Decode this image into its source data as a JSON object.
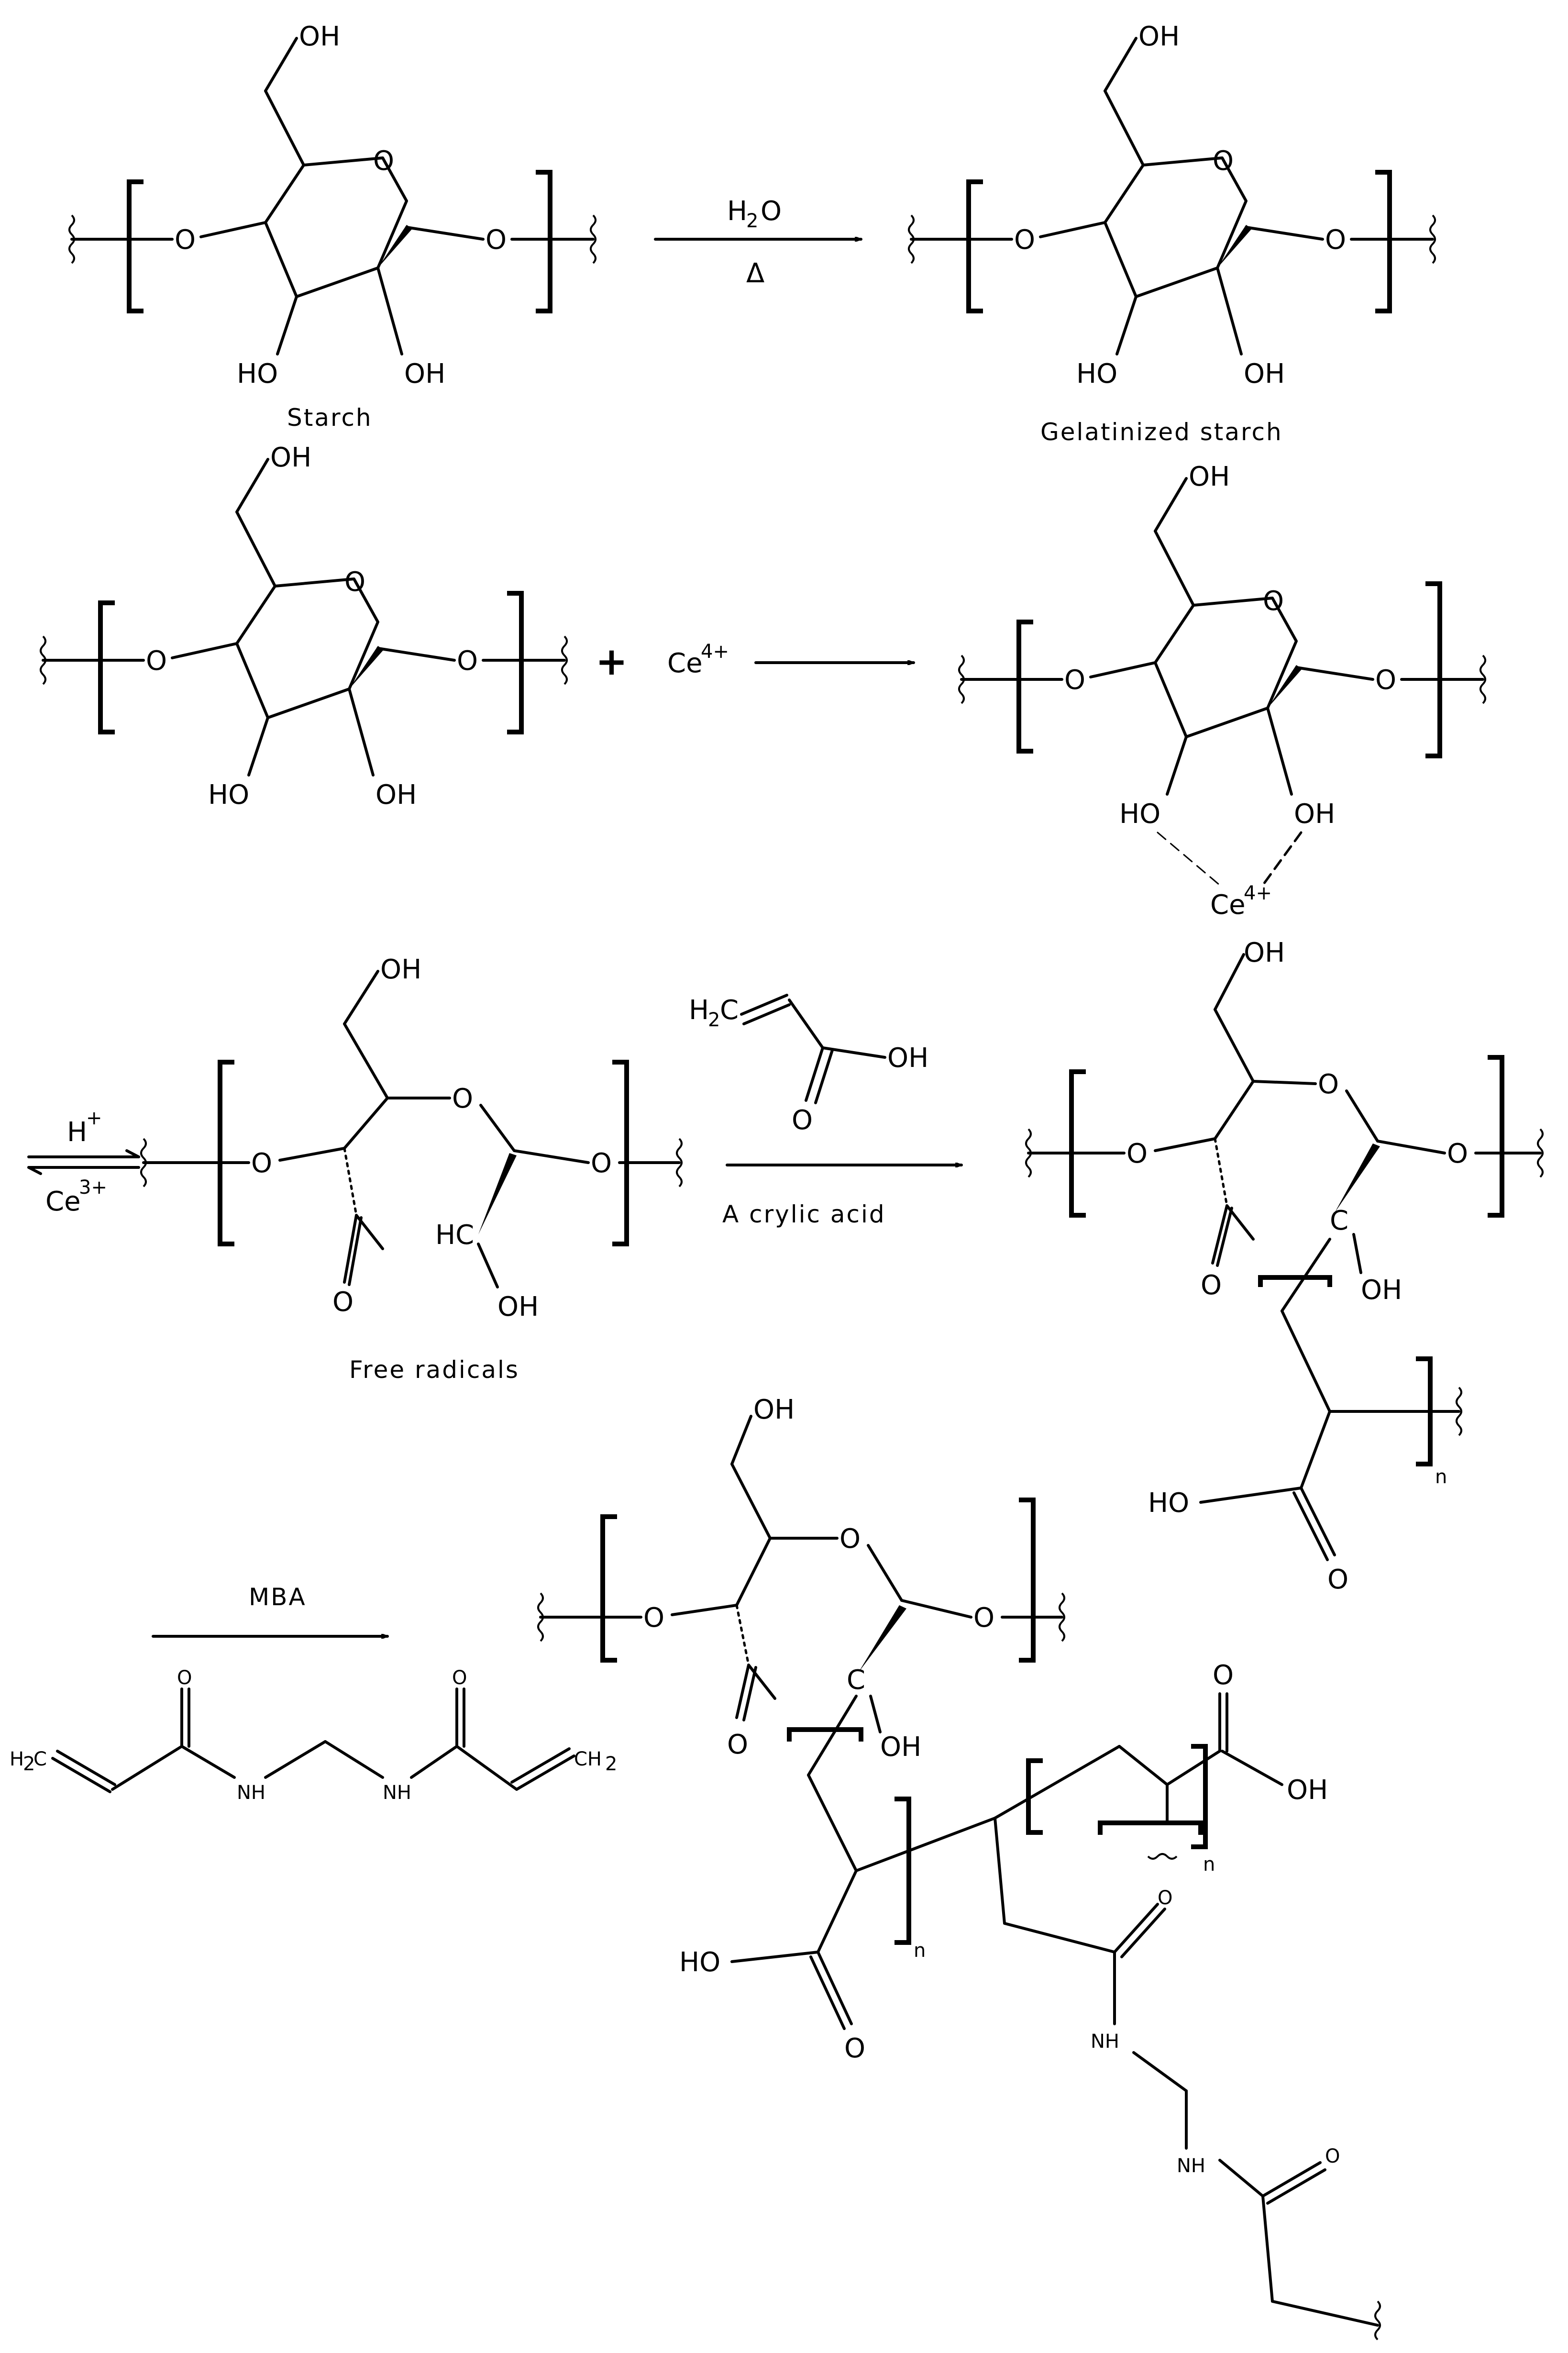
{
  "labels": {
    "oh": "OH",
    "ho": "HO",
    "o": "O",
    "hc": "HC",
    "c": "C",
    "nh": "NH",
    "ce": "Ce",
    "h": "H",
    "h2": "H",
    "ch2": "CH",
    "n": "n",
    "plus": "+"
  },
  "superscripts": {
    "ce4": "4+",
    "ce3": "3+",
    "h_plus": "+",
    "two": "2"
  },
  "arrows": {
    "step1_top": "H",
    "step1_top_sub": "2",
    "step1_top_tail": "O",
    "step1_bottom": "Δ",
    "step4_label": "MBA"
  },
  "captions": {
    "starch": "Starch",
    "gelatinized": "Gelatinized starch",
    "free_radicals": "Free radicals",
    "acrylic_acid": "A crylic acid"
  }
}
